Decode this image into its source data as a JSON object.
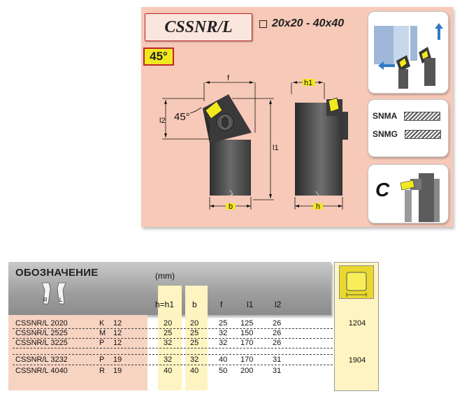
{
  "header": {
    "title": "CSSNR/L",
    "size_range": "20x20 - 40x40",
    "angle_badge": "45°"
  },
  "drawing": {
    "dim_f": "f",
    "dim_h1": "h1",
    "dim_l1": "l1",
    "dim_l2": "l2",
    "dim_b": "b",
    "dim_h": "h",
    "angle_label": "45°"
  },
  "inserts": {
    "snma": "SNMA",
    "snmg": "SNMG",
    "clamp_letter": "C"
  },
  "table": {
    "designation_label": "ОБОЗНАЧЕНИЕ",
    "units": "(mm)",
    "hand_r": "R",
    "hand_l": "L",
    "columns": [
      "h=h1",
      "b",
      "f",
      "l1",
      "l2"
    ],
    "rows": [
      {
        "name": "CSSNR/L 2020",
        "code": "K",
        "ic": "12",
        "h": "20",
        "b": "20",
        "f": "25",
        "l1": "125",
        "l2": "26"
      },
      {
        "name": "CSSNR/L 2525",
        "code": "M",
        "ic": "12",
        "h": "25",
        "b": "25",
        "f": "32",
        "l1": "150",
        "l2": "26"
      },
      {
        "name": "CSSNR/L 3225",
        "code": "P",
        "ic": "12",
        "h": "32",
        "b": "25",
        "f": "32",
        "l1": "170",
        "l2": "26"
      },
      {
        "name": "CSSNR/L 3232",
        "code": "P",
        "ic": "19",
        "h": "32",
        "b": "32",
        "f": "40",
        "l1": "170",
        "l2": "31"
      },
      {
        "name": "CSSNR/L 4040",
        "code": "R",
        "ic": "19",
        "h": "40",
        "b": "40",
        "f": "50",
        "l1": "200",
        "l2": "31"
      }
    ],
    "insert_codes": [
      "1204",
      "1904"
    ]
  },
  "colors": {
    "panel_bg": "#f7c9b8",
    "insert_yellow": "#f2e81e",
    "accent_red": "#c0252b",
    "highlight_col": "#fdf4c2"
  }
}
